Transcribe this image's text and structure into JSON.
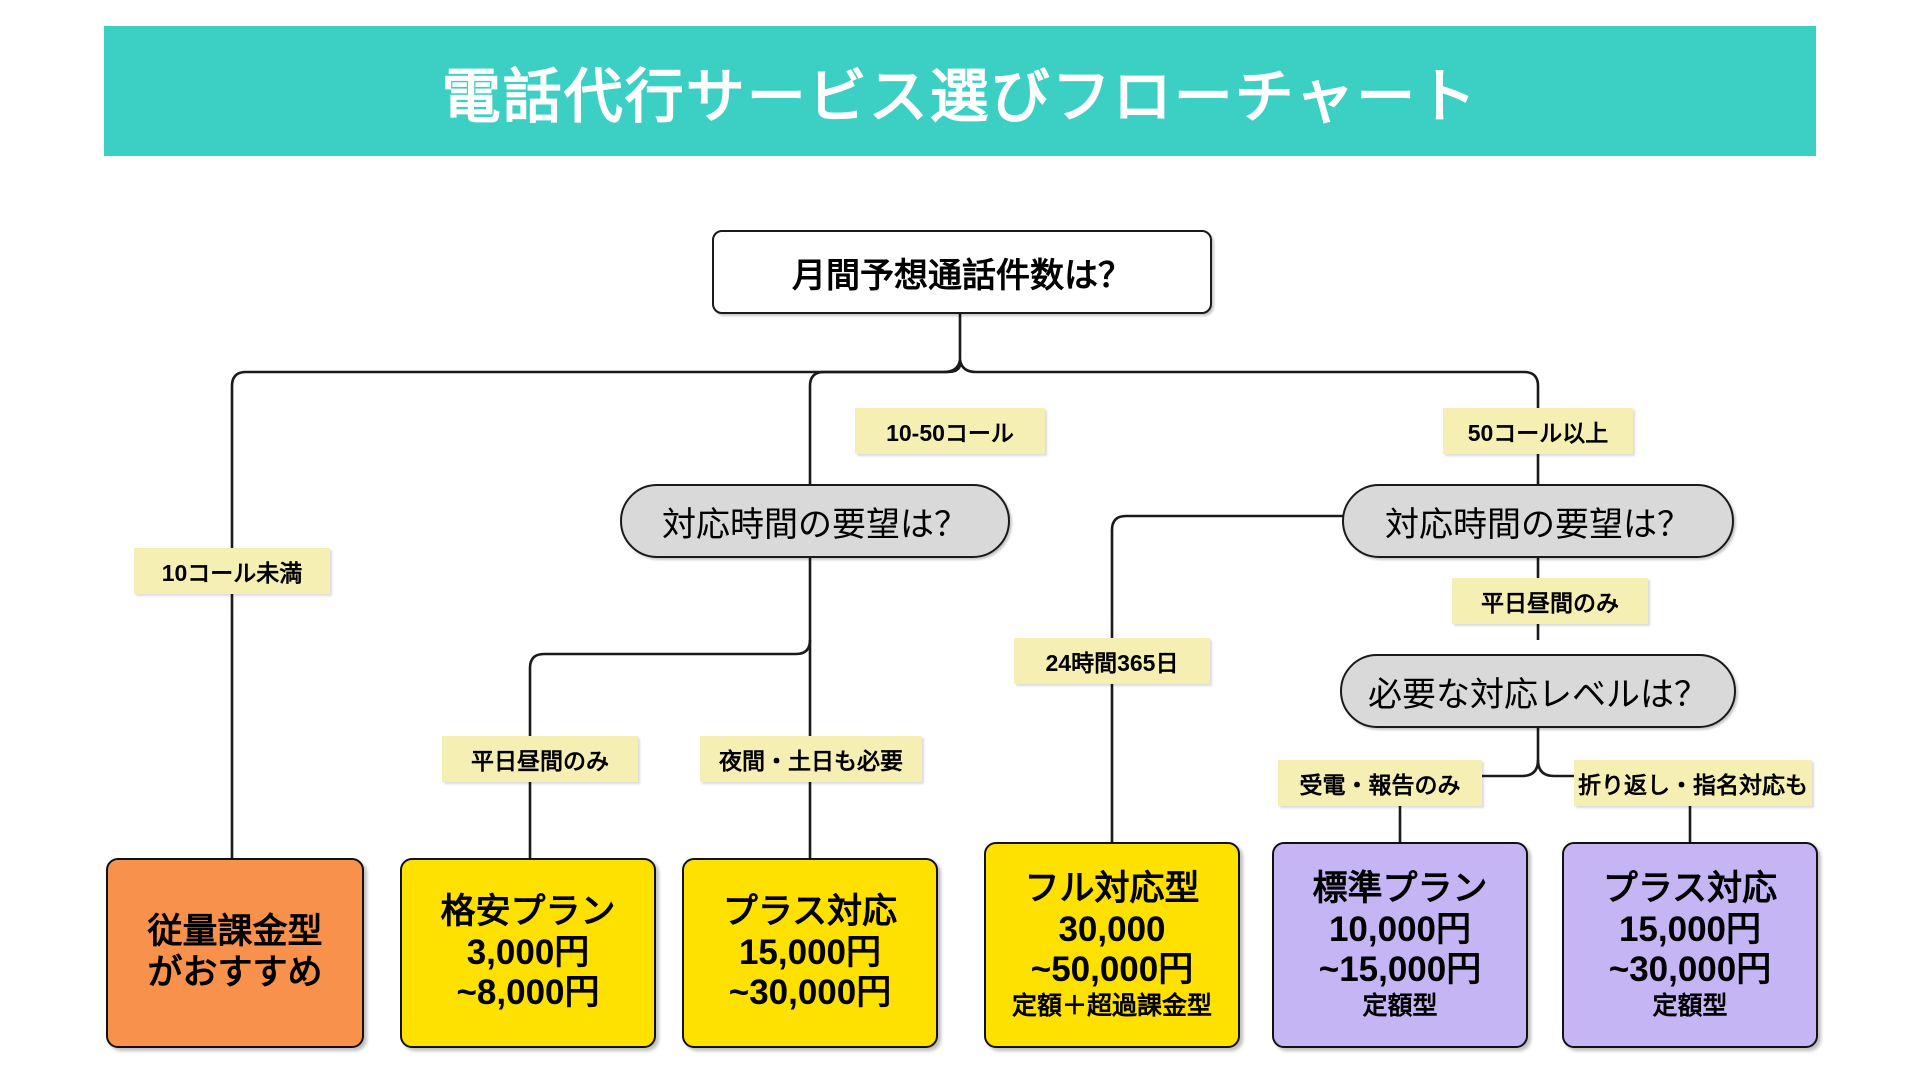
{
  "header": {
    "title": "電話代行サービス選びフローチャート",
    "banner_color": "#3bd0c3",
    "title_color": "#ffffff"
  },
  "palette": {
    "decision_fill": "#d9d9d9",
    "root_fill": "#ffffff",
    "label_fill": "#f5efb3",
    "result_orange": "#f7914b",
    "result_yellow": "#ffe100",
    "result_purple": "#c5b5f5",
    "line_color": "#1a1a1a"
  },
  "nodes": {
    "root": {
      "text": "月間予想通話件数は？"
    },
    "decision_left": {
      "text": "対応時間の要望は？"
    },
    "decision_right": {
      "text": "対応時間の要望は？"
    },
    "decision_level": {
      "text": "必要な対応レベルは？"
    }
  },
  "edge_labels": {
    "under_10": "10コール未満",
    "ten_to_fifty": "10-50コール",
    "over_50": "50コール以上",
    "weekday_daytime_left": "平日昼間のみ",
    "night_weekend": "夜間・土日も必要",
    "h24_365": "24時間365日",
    "weekday_daytime_right": "平日昼間のみ",
    "receive_report_only": "受電・報告のみ",
    "callback_named": "折り返し・指名対応も"
  },
  "results": [
    {
      "id": "pay-as-you-go",
      "color": "#f7914b",
      "lines": [
        "従量課金型",
        "がおすすめ"
      ],
      "note": ""
    },
    {
      "id": "budget-plan",
      "color": "#ffe100",
      "lines": [
        "格安プラン",
        "3,000円",
        "~8,000円"
      ],
      "note": ""
    },
    {
      "id": "plus-support-yellow",
      "color": "#ffe100",
      "lines": [
        "プラス対応",
        "15,000円",
        "~30,000円"
      ],
      "note": ""
    },
    {
      "id": "full-support",
      "color": "#ffe100",
      "lines": [
        "フル対応型",
        "30,000",
        "~50,000円"
      ],
      "note": "定額＋超過課金型"
    },
    {
      "id": "standard-plan",
      "color": "#c5b5f5",
      "lines": [
        "標準プラン",
        "10,000円",
        "~15,000円"
      ],
      "note": "定額型"
    },
    {
      "id": "plus-support-purple",
      "color": "#c5b5f5",
      "lines": [
        "プラス対応",
        "15,000円",
        "~30,000円"
      ],
      "note": "定額型"
    }
  ],
  "chart_data": {
    "type": "diagram",
    "title": "電話代行サービス選びフローチャート",
    "decision_tree": {
      "question": "月間予想通話件数は？",
      "branches": [
        {
          "label": "10コール未満",
          "outcome": "従量課金型がおすすめ"
        },
        {
          "label": "10-50コール",
          "question": "対応時間の要望は？",
          "branches": [
            {
              "label": "平日昼間のみ",
              "outcome": "格安プラン 3,000円~8,000円"
            },
            {
              "label": "夜間・土日も必要",
              "outcome": "プラス対応 15,000円~30,000円"
            }
          ]
        },
        {
          "label": "50コール以上",
          "question": "対応時間の要望は？",
          "branches": [
            {
              "label": "24時間365日",
              "outcome": "フル対応型 30,000~50,000円 定額＋超過課金型"
            },
            {
              "label": "平日昼間のみ",
              "question": "必要な対応レベルは？",
              "branches": [
                {
                  "label": "受電・報告のみ",
                  "outcome": "標準プラン 10,000円~15,000円 定額型"
                },
                {
                  "label": "折り返し・指名対応も",
                  "outcome": "プラス対応 15,000円~30,000円 定額型"
                }
              ]
            }
          ]
        }
      ]
    }
  }
}
